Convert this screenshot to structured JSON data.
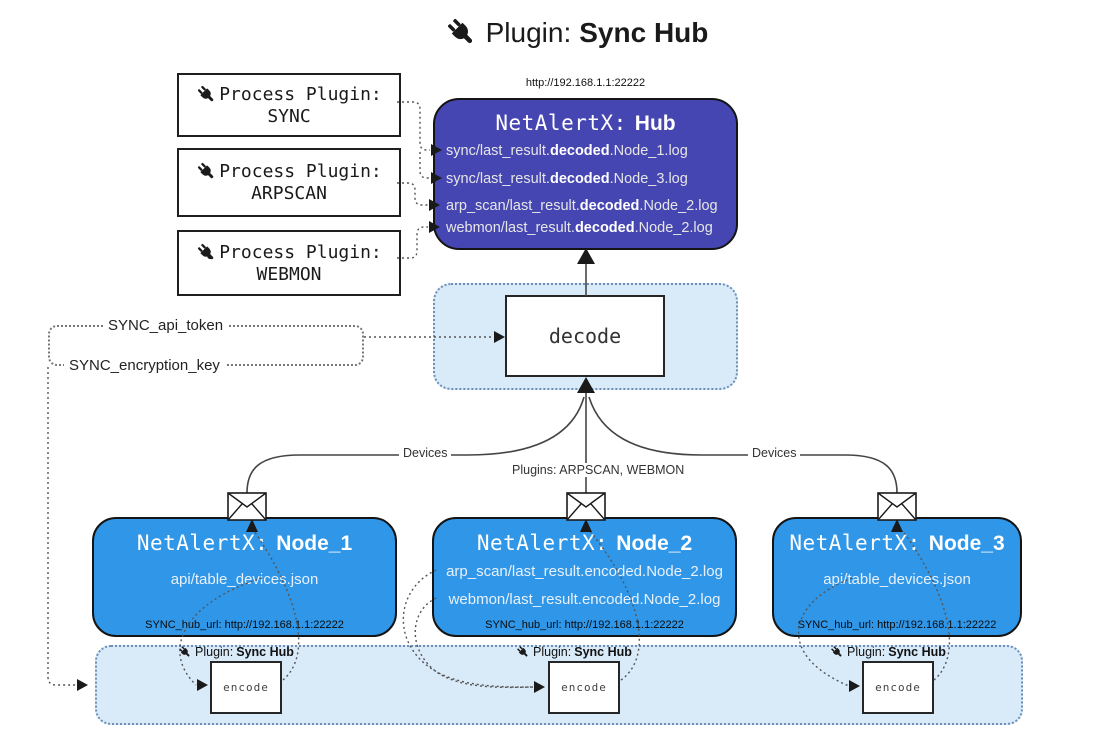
{
  "title": {
    "prefix": "Plugin:",
    "bold": "Sync Hub"
  },
  "process_plugins": [
    {
      "label": "Process Plugin:",
      "name": "SYNC"
    },
    {
      "label": "Process Plugin:",
      "name": "ARPSCAN"
    },
    {
      "label": "Process Plugin:",
      "name": "WEBMON"
    }
  ],
  "hub": {
    "url": "http://192.168.1.1:22222",
    "title_mono": "NetAlertX:",
    "title_bold": "Hub",
    "logs": [
      {
        "pre": "sync/last_result.",
        "bold": "decoded",
        "post": ".Node_1.log"
      },
      {
        "pre": "sync/last_result.",
        "bold": "decoded",
        "post": ".Node_3.log"
      },
      {
        "pre": "arp_scan/last_result.",
        "bold": "decoded",
        "post": ".Node_2.log"
      },
      {
        "pre": "webmon/last_result.",
        "bold": "decoded",
        "post": ".Node_2.log"
      }
    ]
  },
  "decode": {
    "label": "decode"
  },
  "secrets": {
    "api_token": "SYNC_api_token",
    "encryption_key": "SYNC_encryption_key"
  },
  "edges": {
    "left": "Devices",
    "center": "Plugins: ARPSCAN, WEBMON",
    "right": "Devices"
  },
  "nodes": [
    {
      "title_mono": "NetAlertX:",
      "title_bold": "Node_1",
      "files": [
        "api/table_devices.json"
      ],
      "hub_url": "SYNC_hub_url: http://192.168.1.1:22222"
    },
    {
      "title_mono": "NetAlertX:",
      "title_bold": "Node_2",
      "files": [
        "arp_scan/last_result.encoded.Node_2.log",
        "webmon/last_result.encoded.Node_2.log"
      ],
      "hub_url": "SYNC_hub_url: http://192.168.1.1:22222"
    },
    {
      "title_mono": "NetAlertX:",
      "title_bold": "Node_3",
      "files": [
        "api/table_devices.json"
      ],
      "hub_url": "SYNC_hub_url: http://192.168.1.1:22222"
    }
  ],
  "band": {
    "items": [
      {
        "plugin_prefix": "Plugin:",
        "plugin_bold": "Sync Hub",
        "encode": "encode"
      },
      {
        "plugin_prefix": "Plugin:",
        "plugin_bold": "Sync Hub",
        "encode": "encode"
      },
      {
        "plugin_prefix": "Plugin:",
        "plugin_bold": "Sync Hub",
        "encode": "encode"
      }
    ]
  },
  "colors": {
    "hub_bg": "#4646B2",
    "node_bg": "#2F96E8",
    "band_bg": "#D9EAF9",
    "band_border": "#6C8EB8",
    "wire": "#444444",
    "box_border": "#1A1A1A"
  }
}
